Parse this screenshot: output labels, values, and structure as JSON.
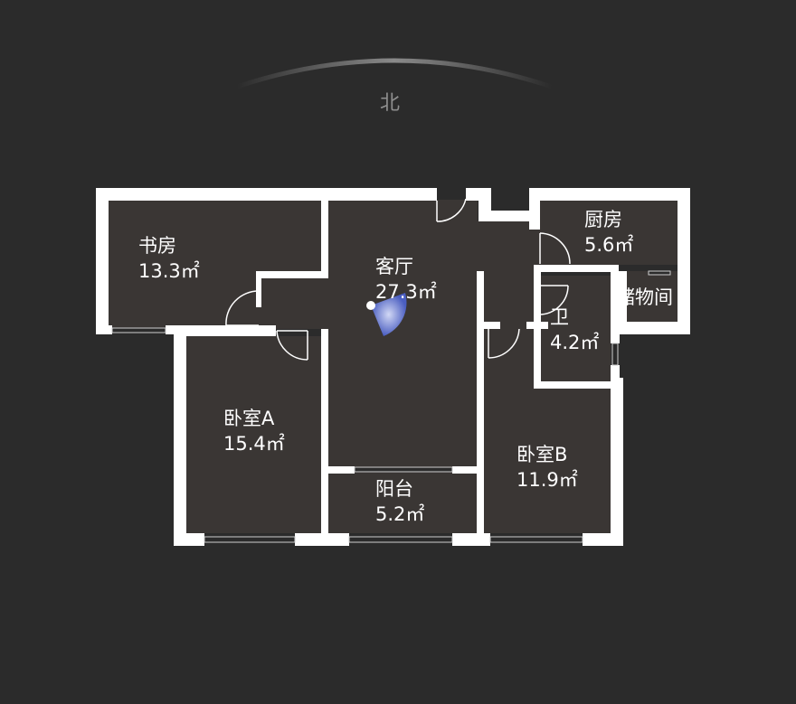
{
  "compass": {
    "north_label": "北"
  },
  "rooms": {
    "study": {
      "name": "书房",
      "area": "13.3㎡"
    },
    "living": {
      "name": "客厅",
      "area": "27.3㎡"
    },
    "kitchen": {
      "name": "厨房",
      "area": "5.6㎡"
    },
    "storage": {
      "name": "储物间"
    },
    "bathroom": {
      "name": "卫",
      "area": "4.2㎡"
    },
    "bedroom_a": {
      "name": "卧室A",
      "area": "15.4㎡"
    },
    "bedroom_b": {
      "name": "卧室B",
      "area": "11.9㎡"
    },
    "balcony": {
      "name": "阳台",
      "area": "5.2㎡"
    }
  },
  "colors": {
    "background": "#2b2b2b",
    "wall": "#ffffff",
    "floor": "#3a3634",
    "viewpoint": "#5a6fd0"
  }
}
